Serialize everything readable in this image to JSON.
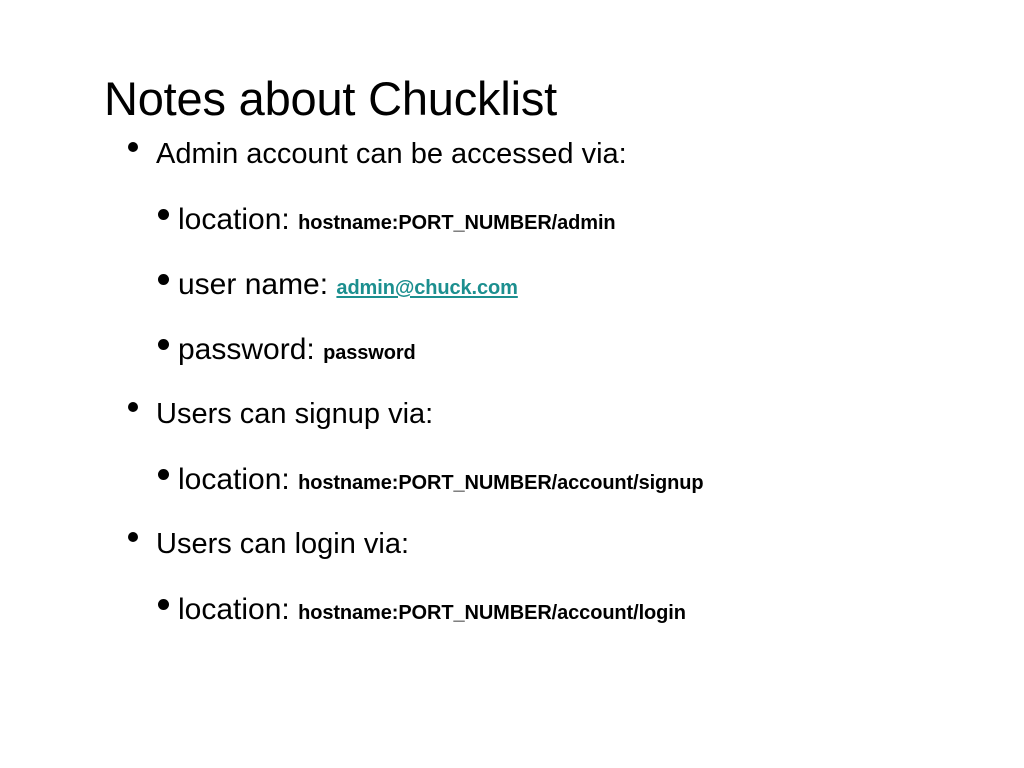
{
  "slide": {
    "title": "Notes about Chucklist",
    "background_color": "#ffffff",
    "text_color": "#000000",
    "link_color": "#1c8f8f",
    "bullet_glyph": "•",
    "items": [
      {
        "level": 1,
        "label": "Admin account can be accessed via:",
        "value": "",
        "is_link": false
      },
      {
        "level": 2,
        "label": "location:",
        "value": "hostname:PORT_NUMBER/admin",
        "is_link": false
      },
      {
        "level": 2,
        "label": "user name:",
        "value": "admin@chuck.com",
        "is_link": true
      },
      {
        "level": 2,
        "label": "password:",
        "value": "password",
        "is_link": false
      },
      {
        "level": 1,
        "label": "Users can signup via:",
        "value": "",
        "is_link": false
      },
      {
        "level": 2,
        "label": "location:",
        "value": "hostname:PORT_NUMBER/account/signup",
        "is_link": false
      },
      {
        "level": 1,
        "label": "Users can login via:",
        "value": "",
        "is_link": false
      },
      {
        "level": 2,
        "label": "location:",
        "value": "hostname:PORT_NUMBER/account/login",
        "is_link": false
      }
    ]
  }
}
